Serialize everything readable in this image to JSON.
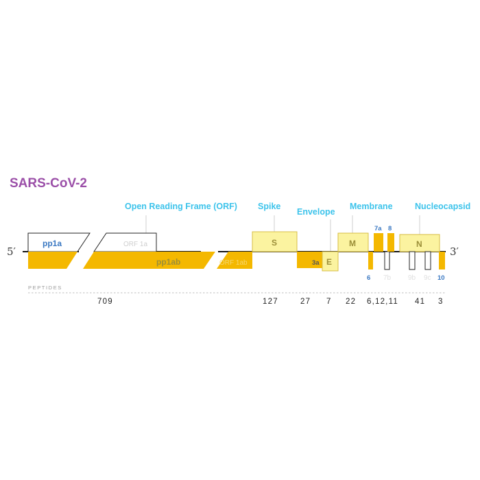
{
  "title": "SARS-CoV-2",
  "categories": {
    "orf": "Open Reading Frame (ORF)",
    "spike": "Spike",
    "envelope": "Envelope",
    "membrane": "Membrane",
    "nucleocapsid": "Nucleocapsid"
  },
  "ends": {
    "five": "5′",
    "three": "3′"
  },
  "genes": {
    "pp1a": "pp1a",
    "orf1a": "ORF 1a",
    "pp1ab": "pp1ab",
    "orf1ab": "ORF 1ab",
    "s": "S",
    "orf3a": "3a",
    "e": "E",
    "m": "M",
    "orf6": "6",
    "orf7a": "7a",
    "orf7b": "7b",
    "orf8": "8",
    "n": "N",
    "orf9b": "9b",
    "orf9c": "9c",
    "orf10": "10"
  },
  "peptides": {
    "label": "PEPTIDES",
    "orf1ab": "709",
    "s": "127",
    "orf3a": "27",
    "e": "7",
    "m": "22",
    "accessory": "6,12,11",
    "n": "41",
    "orf10": "3"
  },
  "colors": {
    "title": "#9b4fa8",
    "category": "#3cc3eb",
    "gold": "#f4b800",
    "pale": "#fbf3a0",
    "gene_label": "#9b8e38",
    "blue_label": "#3a78c2",
    "line": "#111111"
  }
}
